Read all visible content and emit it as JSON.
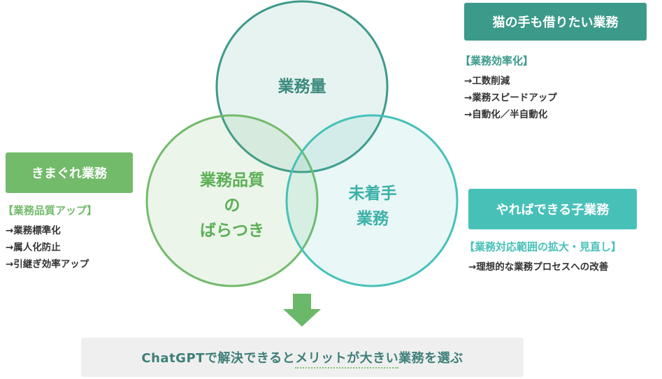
{
  "colors": {
    "teal_dark": "#3c9a8a",
    "green": "#72bb6a",
    "teal_light": "#47c1b8",
    "arrow": "#6ab96a",
    "bottom_text": "#3d7f78"
  },
  "circles": {
    "top": {
      "label": "業務量"
    },
    "left": {
      "label_lines": [
        "業務品質",
        "の",
        "ばらつき"
      ]
    },
    "right": {
      "label_lines": [
        "未着手",
        "業務"
      ]
    }
  },
  "groups": {
    "neko": {
      "tag": "猫の手も借りたい業務",
      "heading": "【業務効率化】",
      "items": [
        "→工数削減",
        "→業務スピードアップ",
        "→自動化／半自動化"
      ]
    },
    "kimagure": {
      "tag": "きまぐれ業務",
      "heading": "【業務品質アップ】",
      "items": [
        "→業務標準化",
        "→属人化防止",
        "→引継ぎ効率アップ"
      ]
    },
    "yareba": {
      "tag": "やればできる子業務",
      "heading": "【業務対応範囲の拡大・見直し】",
      "items": [
        "→理想的な業務プロセスへの改善"
      ]
    }
  },
  "bottom": {
    "prefix": "ChatGPTで解決できると",
    "highlight": "メリットが大きい",
    "suffix": "業務を選ぶ"
  }
}
